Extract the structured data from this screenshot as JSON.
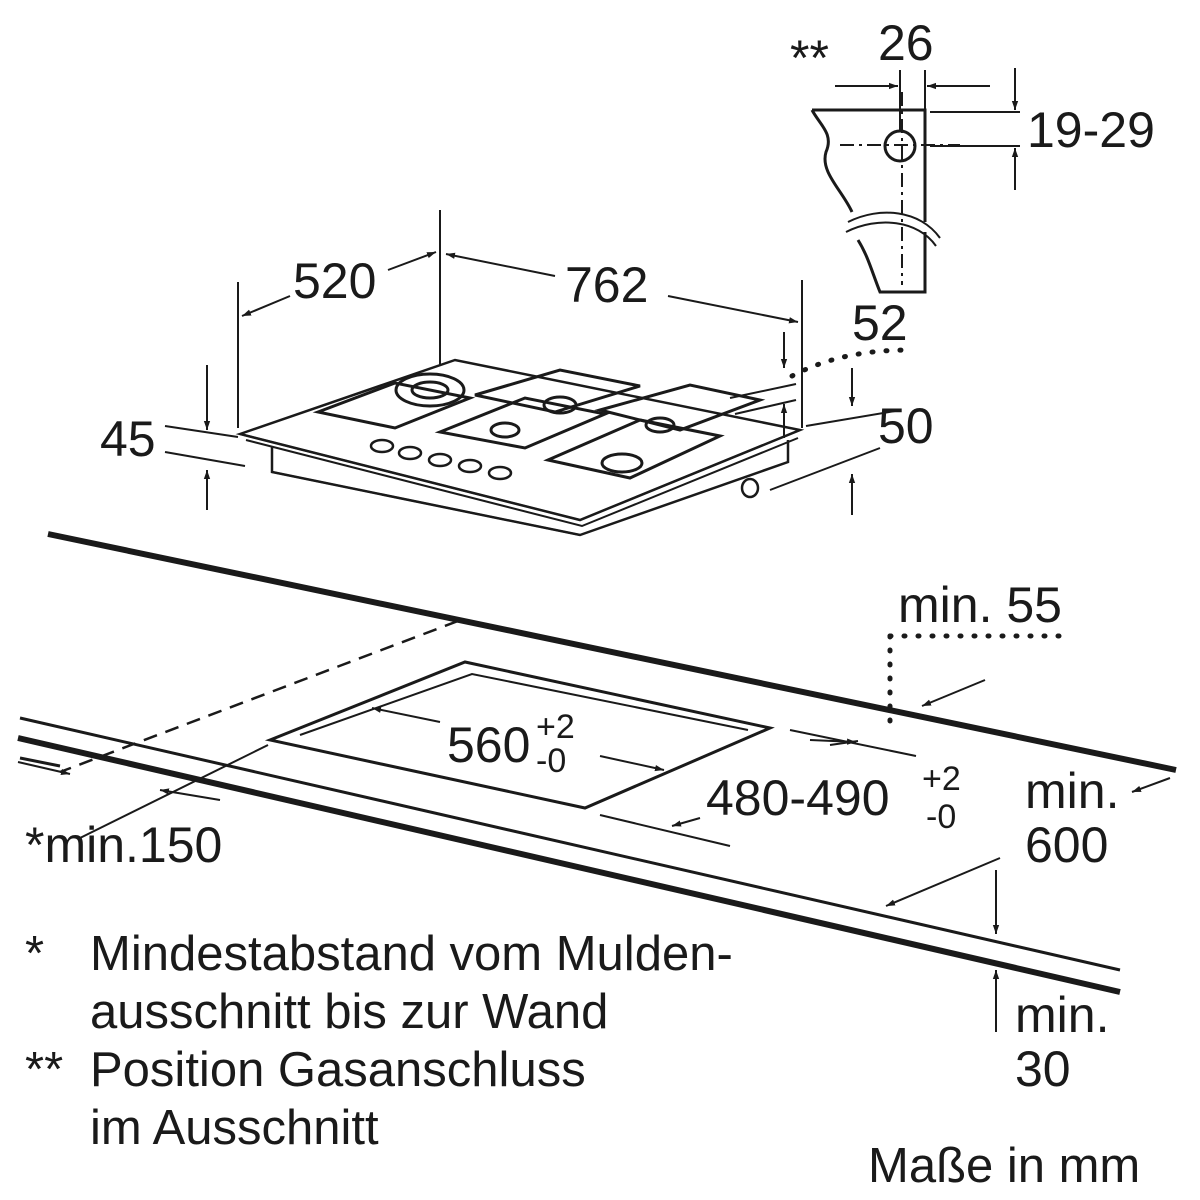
{
  "dimensions": {
    "gas_offset_h": "26",
    "gas_offset_v": "19-29",
    "gas_marker": "**",
    "depth": "520",
    "width": "762",
    "height_front": "45",
    "height_back": "52",
    "height_side": "50",
    "wall_gap": "min. 55",
    "cutout_width": "560",
    "cutout_width_tol_plus": "+2",
    "cutout_width_tol_minus": "-0",
    "cutout_depth": "480-490",
    "cutout_depth_tol_plus": "+2",
    "cutout_depth_tol_minus": "-0",
    "front_min": "min.",
    "front_value": "600",
    "wall_distance": "*min.150",
    "thickness_min": "min.",
    "thickness_value": "30"
  },
  "notes": [
    {
      "marker": "*",
      "line1": "Mindestabstand vom Mulden-",
      "line2": "ausschnitt bis zur Wand"
    },
    {
      "marker": "**",
      "line1": "Position Gasanschluss",
      "line2": "im Ausschnitt"
    }
  ],
  "units_label": "Maße in mm"
}
